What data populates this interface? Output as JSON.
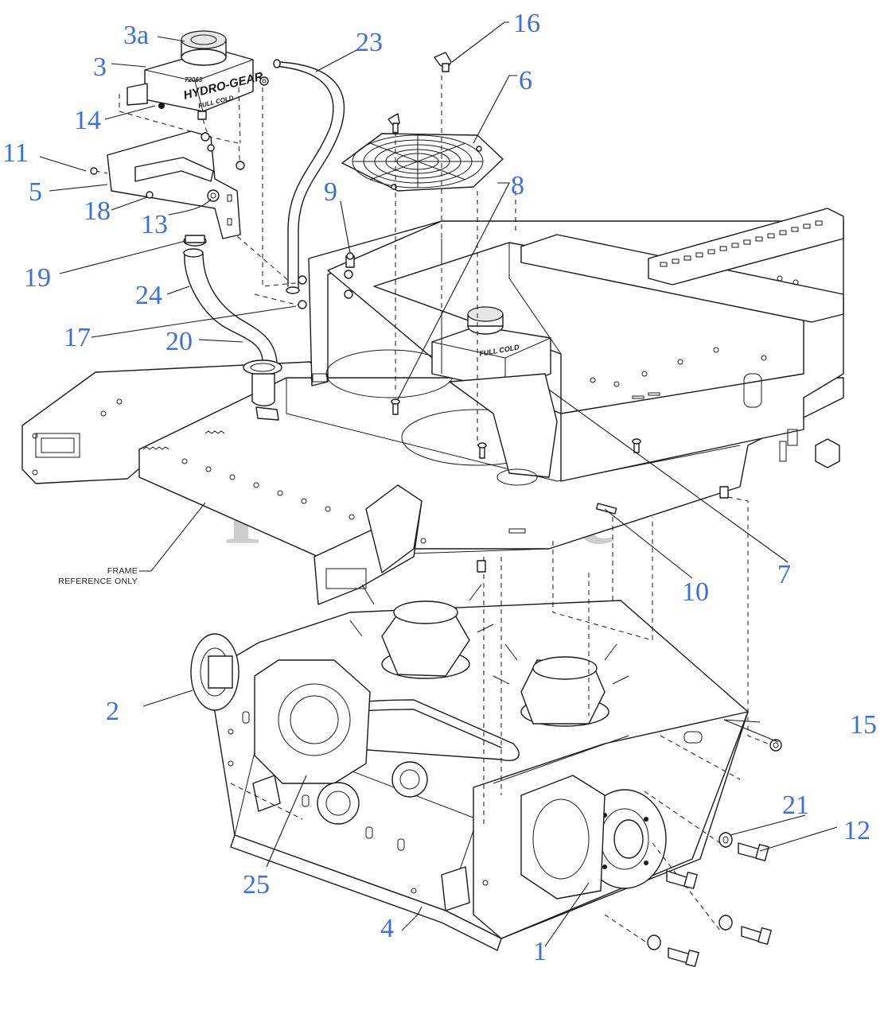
{
  "watermark": {
    "text": "PartsTree",
    "trademark": "TM"
  },
  "frame_note": {
    "line1": "FRAME",
    "line2": "REFERENCE ONLY"
  },
  "tank_labels": {
    "part_code": "72063",
    "brand": "HYDRO-GEAR",
    "level": "FULL COLD",
    "level_small": "FULL COLD"
  },
  "callouts": [
    {
      "key": "c3a",
      "label": "3a"
    },
    {
      "key": "c3",
      "label": "3"
    },
    {
      "key": "c14",
      "label": "14"
    },
    {
      "key": "c11",
      "label": "11"
    },
    {
      "key": "c5",
      "label": "5"
    },
    {
      "key": "c18",
      "label": "18"
    },
    {
      "key": "c13",
      "label": "13"
    },
    {
      "key": "c19",
      "label": "19"
    },
    {
      "key": "c24",
      "label": "24"
    },
    {
      "key": "c17",
      "label": "17"
    },
    {
      "key": "c20",
      "label": "20"
    },
    {
      "key": "c23",
      "label": "23"
    },
    {
      "key": "c16",
      "label": "16"
    },
    {
      "key": "c6",
      "label": "6"
    },
    {
      "key": "c9",
      "label": "9"
    },
    {
      "key": "c8",
      "label": "8"
    },
    {
      "key": "c7",
      "label": "7"
    },
    {
      "key": "c10",
      "label": "10"
    },
    {
      "key": "c2",
      "label": "2"
    },
    {
      "key": "c15",
      "label": "15"
    },
    {
      "key": "c21",
      "label": "21"
    },
    {
      "key": "c12",
      "label": "12"
    },
    {
      "key": "c25",
      "label": "25"
    },
    {
      "key": "c4",
      "label": "4"
    },
    {
      "key": "c1",
      "label": "1"
    }
  ]
}
